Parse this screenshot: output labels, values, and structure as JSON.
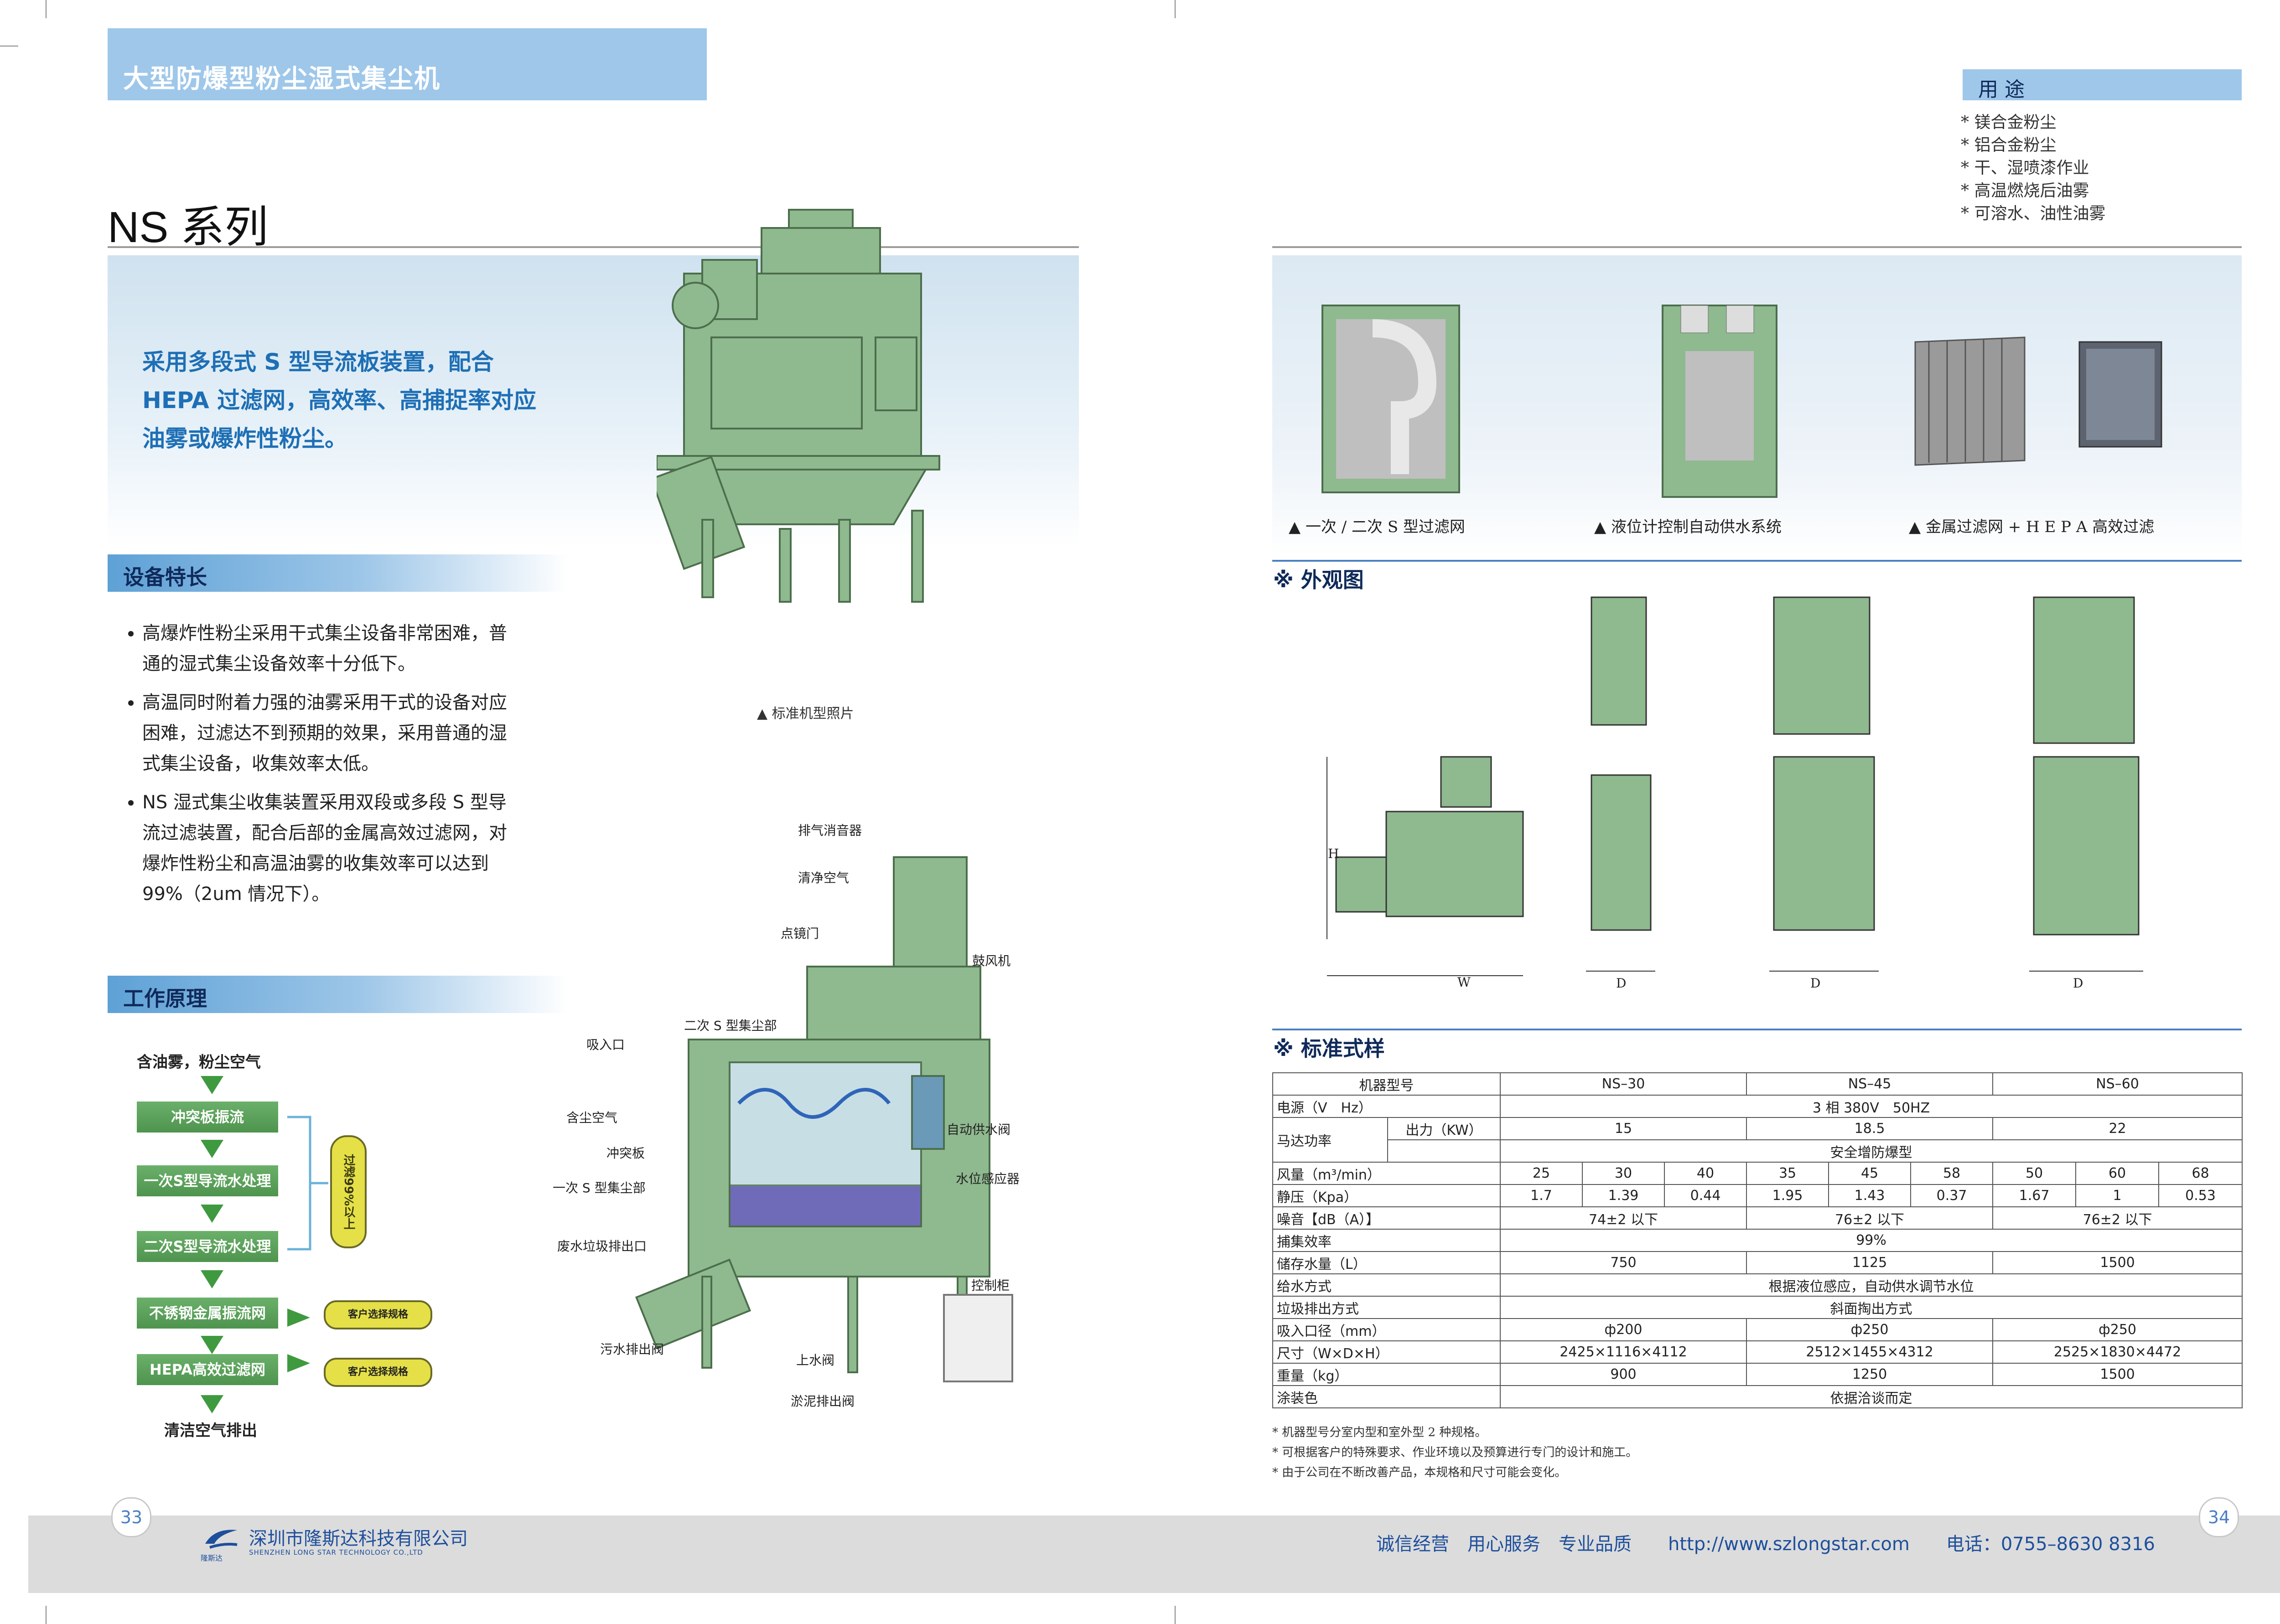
{
  "header": {
    "title": "大型防爆型粉尘湿式集尘机",
    "series": "NS 系列"
  },
  "hero": {
    "tagline": "采用多段式 S 型导流板装置，配合 HEPA 过滤网，高效率、高捕捉率对应油雾或爆炸性粉尘。"
  },
  "photo_caption": "▲ 标准机型照片",
  "features": {
    "title": "设备特长",
    "items": [
      "高爆炸性粉尘采用干式集尘设备非常困难，普通的湿式集尘设备效率十分低下。",
      "高温同时附着力强的油雾采用干式的设备对应困难，过滤达不到预期的效果，采用普通的湿式集尘设备，收集效率太低。",
      "NS 湿式集尘收集装置采用双段或多段 S 型导流过滤装置，配合后部的金属高效过滤网，对爆炸性粉尘和高温油雾的收集效率可以达到 99%（2um 情况下）。"
    ]
  },
  "principle": {
    "title": "工作原理",
    "input": "含油雾，粉尘空气",
    "steps": [
      "冲突板振流",
      "一次S型导流水处理",
      "二次S型导流水处理",
      "不锈钢金属振流网",
      "HEPA高效过滤网"
    ],
    "output": "清洁空气排出",
    "side_badge": "过滤99%以上",
    "option_label": "客户选择规格"
  },
  "diagram_labels": {
    "exhaust_muffler": "排气消音器",
    "clean_air": "清净空气",
    "inspection_door": "点镜门",
    "blower": "鼓风机",
    "second_s": "二次 S 型集尘部",
    "inlet": "吸入口",
    "oily_air": "含尘空气",
    "impact_plate": "冲突板",
    "first_s": "一次 S 型集尘部",
    "waste_outlet": "废水垃圾排出口",
    "auto_water": "自动供水阀",
    "level_sensor": "水位感应器",
    "control_box": "控制柜",
    "drain_valve": "污水排出阀",
    "water_valve": "上水阀",
    "sludge_valve": "淤泥排出阀"
  },
  "uses": {
    "title": "用 途",
    "items": [
      "* 镁合金粉尘",
      "* 铝合金粉尘",
      "* 干、湿喷漆作业",
      "* 高温燃烧后油雾",
      "* 可溶水、油性油雾"
    ]
  },
  "component_captions": [
    "▲ 一次 / 二次 S 型过滤网",
    "▲ 液位计控制自动供水系统",
    "▲ 金属过滤网 + H E P A 高效过滤"
  ],
  "appearance": {
    "title": "※ 外观图",
    "dim_h": "H",
    "dim_w": "W",
    "dim_d": "D"
  },
  "spec": {
    "title": "※ 标准式样",
    "headers": [
      "机器型号",
      "NS–30",
      "NS–45",
      "NS–60"
    ],
    "power_label": "电源（V　Hz）",
    "power_value": "3 相 380V　50HZ",
    "motor_label": "马达功率",
    "motor_out_label": "出力（KW）",
    "motor_out": [
      "15",
      "18.5",
      "22"
    ],
    "motor_type": "安全增防爆型",
    "airflow_label": "风量（m³/min）",
    "airflow": [
      "25",
      "30",
      "40",
      "35",
      "45",
      "58",
      "50",
      "60",
      "68"
    ],
    "pressure_label": "静压（Kpa）",
    "pressure": [
      "1.7",
      "1.39",
      "0.44",
      "1.95",
      "1.43",
      "0.37",
      "1.67",
      "1",
      "0.53"
    ],
    "noise_label": "噪音【dB（A）】",
    "noise": [
      "74±2 以下",
      "76±2 以下",
      "76±2 以下"
    ],
    "efficiency_label": "捕集效率",
    "efficiency": "99%",
    "water_label": "储存水量（L）",
    "water": [
      "750",
      "1125",
      "1500"
    ],
    "supply_label": "给水方式",
    "supply": "根据液位感应，自动供水调节水位",
    "waste_label": "垃圾排出方式",
    "waste": "斜面掏出方式",
    "inlet_label": "吸入口径（mm）",
    "inlet": [
      "ф200",
      "ф250",
      "ф250"
    ],
    "size_label": "尺寸（W×D×H）",
    "size": [
      "2425×1116×4112",
      "2512×1455×4312",
      "2525×1830×4472"
    ],
    "weight_label": "重量（kg）",
    "weight": [
      "900",
      "1250",
      "1500"
    ],
    "paint_label": "涂装色",
    "paint": "依据洽谈而定"
  },
  "notes": [
    "* 机器型号分室内型和室外型 2 种规格。",
    "* 可根据客户的特殊要求、作业环境以及预算进行专门的设计和施工。",
    "* 由于公司在不断改善产品，本规格和尺寸可能会变化。"
  ],
  "footer": {
    "page_left": "33",
    "page_right": "34",
    "company": "深圳市隆斯达科技有限公司",
    "company_en": "SHENZHEN LONG STAR TECHNOLOGY CO.,LTD",
    "logo_text": "隆斯达",
    "slogan": "诚信经营　用心服务　专业品质　　http://www.szlongstar.com　　电话：0755–8630 8316"
  },
  "colors": {
    "accent_blue": "#9ec7ea",
    "title_navy": "#0f2a5a",
    "machine_green": "#8fbf8f",
    "flow_green": "#4e944e",
    "pill_yellow": "#e5e047"
  }
}
